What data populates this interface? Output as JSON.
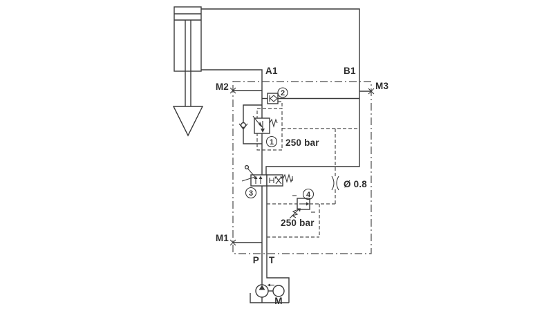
{
  "diagram": {
    "type": "hydraulic-press-circuit",
    "background": "#ffffff",
    "line_color": "#3a3a3a",
    "ports": {
      "a1": "A1",
      "b1": "B1",
      "m1": "M1",
      "m2": "M2",
      "m3": "M3",
      "p": "P",
      "t": "T"
    },
    "motor_label": "M",
    "orifice_label": "Ø 0.8",
    "components": [
      {
        "num": "1",
        "name": "pressure-relief-valve",
        "setting": "250 bar"
      },
      {
        "num": "2",
        "name": "cartridge-check-valve"
      },
      {
        "num": "3",
        "name": "lever-directional-valve"
      },
      {
        "num": "4",
        "name": "pilot-relief-valve",
        "setting": "250 bar"
      }
    ]
  }
}
